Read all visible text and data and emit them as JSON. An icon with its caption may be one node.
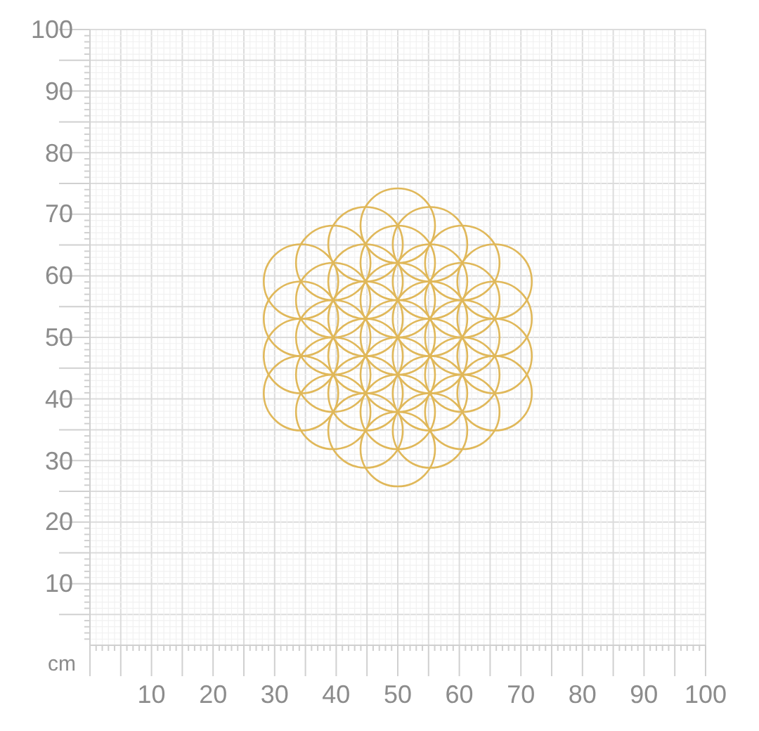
{
  "diagram": {
    "labels": [
      "100",
      "90",
      "80",
      "70",
      "60",
      "50",
      "40",
      "30",
      "20",
      "10",
      "cm",
      "10",
      "20",
      "30",
      "40",
      "50",
      "60",
      "70",
      "80",
      "90",
      "100"
    ]
  }
}
